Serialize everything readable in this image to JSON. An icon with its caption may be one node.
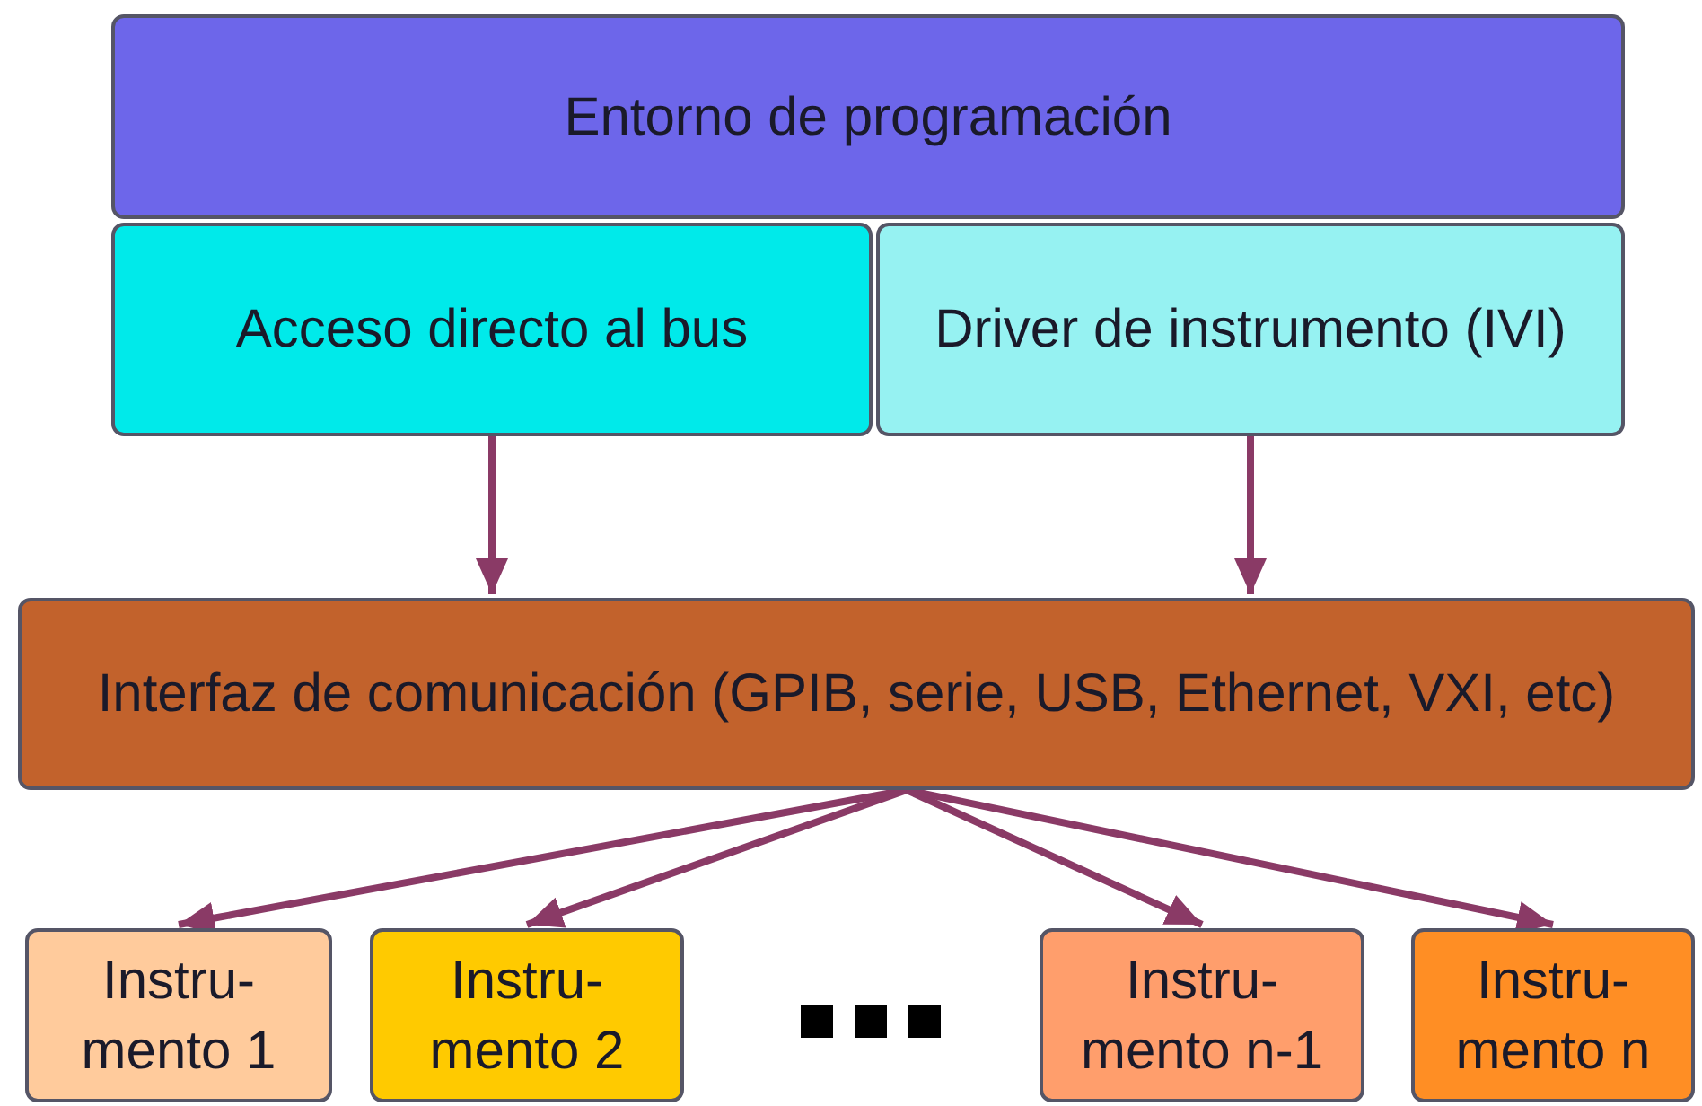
{
  "diagram": {
    "nodes": [
      {
        "text": [
          "Entorno de programación"
        ]
      },
      {
        "text": [
          "Acceso directo al bus"
        ]
      },
      {
        "text": [
          "Driver de instrumento (IVI)"
        ]
      },
      {
        "text": [
          "Interfaz de comunicación (GPIB, serie, USB, Ethernet, VXI, etc)"
        ]
      },
      {
        "text": [
          "Instru- mento 1"
        ]
      },
      {
        "text": [
          "Instru- mento 2"
        ]
      },
      {
        "text": [
          "Instru- mento n-1"
        ]
      },
      {
        "text": [
          "Instru- mento n"
        ]
      }
    ],
    "edges": [
      {
        "from": 1,
        "to": 3,
        "arrow": "to"
      },
      {
        "from": 2,
        "to": 3,
        "arrow": "to"
      },
      {
        "from": 3,
        "to": 4,
        "arrow": "to"
      },
      {
        "from": 3,
        "to": 5,
        "arrow": "to"
      },
      {
        "from": 3,
        "to": 6,
        "arrow": "to"
      },
      {
        "from": 3,
        "to": 7,
        "arrow": "to"
      }
    ]
  }
}
